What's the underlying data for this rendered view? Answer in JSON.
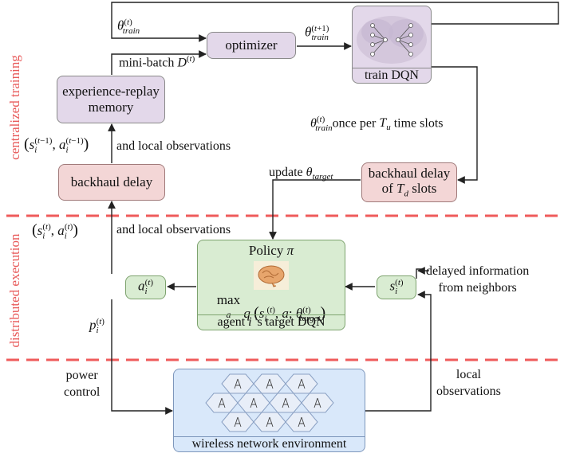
{
  "regions": {
    "training": "centralized training",
    "execution": "distributed execution"
  },
  "boxes": {
    "optimizer": "optimizer",
    "train_dqn": "train DQN",
    "replay_line1": "experience-replay",
    "replay_line2": "memory",
    "backhaul_left": "backhaul delay",
    "backhaul_right_line1": "backhaul delay",
    "backhaul_right_line2_prefix": "of ",
    "backhaul_right_line2_suffix": " slots",
    "policy_title": "Policy π",
    "policy_sub": "agent i 's target DQN",
    "env": "wireless network environment"
  },
  "labels": {
    "theta_train": "θ(t) train",
    "theta_train_next": "θ(t+1) train",
    "mini_batch": "mini-batch D(t)",
    "and_local_obs_top": "and local observations",
    "and_local_obs_mid": "and local observations",
    "once_per": "once per",
    "time_slots": "time slots",
    "update": "update",
    "delayed_1": "delayed information",
    "delayed_2": "from neighbors",
    "power_1": "power",
    "power_2": "control",
    "local_1": "local",
    "local_2": "observations"
  },
  "colors": {
    "divider": "#ef5b5b",
    "region_text": "#e85a5a",
    "purple": "#e3d8ea",
    "pink": "#f3d6d6",
    "green": "#d9ecd2",
    "blue": "#d9e8fa"
  },
  "icons": [
    "brain-icon",
    "neural-network-icon",
    "base-station-icon"
  ]
}
